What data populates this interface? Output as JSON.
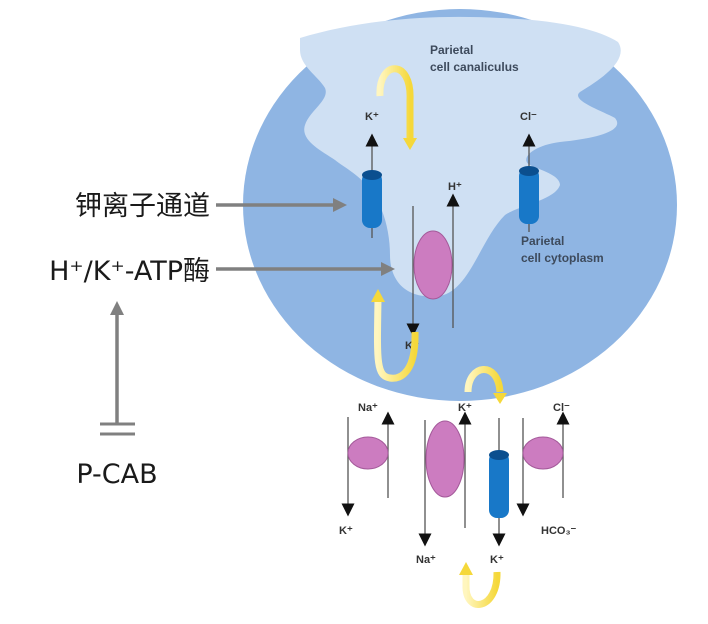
{
  "left_labels": {
    "k_channel": "钾离子通道",
    "proton_pump": "H⁺/K⁺-ATP酶",
    "pcab": "P-CAB"
  },
  "regions": {
    "canaliculus_line1": "Parietal",
    "canaliculus_line2": "cell canaliculus",
    "cytoplasm_line1": "Parietal",
    "cytoplasm_line2": "cell cytoplasm"
  },
  "ions": {
    "apical_k": "K⁺",
    "apical_cl": "Cl⁻",
    "pump_h": "H⁺",
    "pump_k": "K⁺",
    "baso_na_in": "Na⁺",
    "baso_k_in": "K⁺",
    "baso_cl_in": "Cl⁻",
    "baso_k_out1": "K⁺",
    "baso_na_out": "Na⁺",
    "baso_k_out2": "K⁺",
    "baso_hco3": "HCO₃⁻"
  },
  "colors": {
    "cell": "#8fb5e3",
    "canaliculus": "#cfe0f3",
    "channel": "#1878c8",
    "channel_top": "#0b4f8f",
    "pump": "#cc7cc0",
    "recycle_arrow": "#f7e26a",
    "pointer": "#808080"
  }
}
